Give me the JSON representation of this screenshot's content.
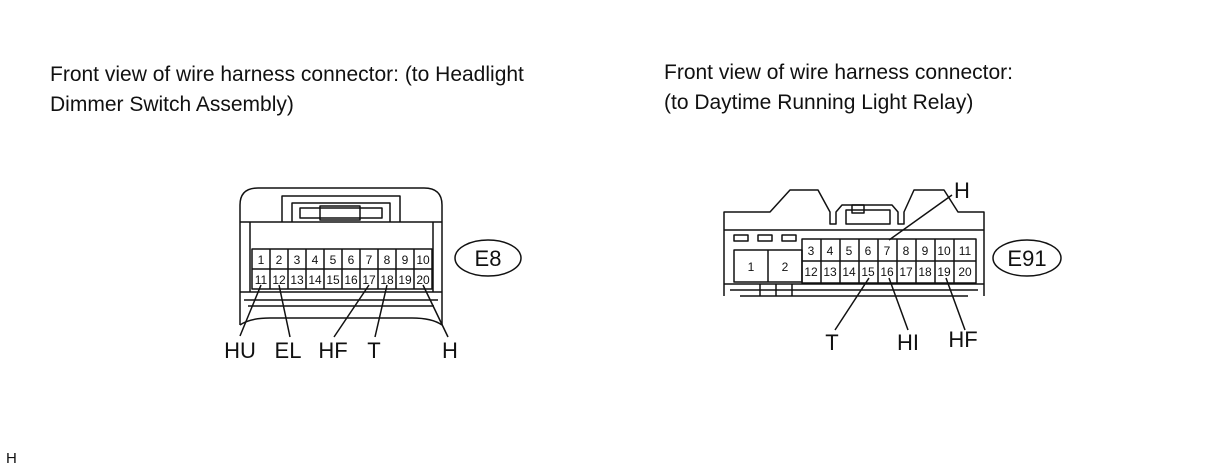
{
  "connectors": [
    {
      "caption_lines": [
        "Front view of wire harness connector: (to Headlight",
        "Dimmer Switch Assembly)"
      ],
      "code": "E8",
      "pins_top": [
        "1",
        "2",
        "3",
        "4",
        "5",
        "6",
        "7",
        "8",
        "9",
        "10"
      ],
      "pins_bottom": [
        "11",
        "12",
        "13",
        "14",
        "15",
        "16",
        "17",
        "18",
        "19",
        "20"
      ],
      "labels": [
        "HU",
        "EL",
        "HF",
        "T",
        "H"
      ]
    },
    {
      "caption_lines": [
        "Front view of wire harness connector:",
        "(to Daytime Running Light Relay)"
      ],
      "code": "E91",
      "pins_large": [
        "1",
        "2"
      ],
      "pins_top": [
        "3",
        "4",
        "5",
        "6",
        "7",
        "8",
        "9",
        "10",
        "11"
      ],
      "pins_bottom": [
        "12",
        "13",
        "14",
        "15",
        "16",
        "17",
        "18",
        "19",
        "20"
      ],
      "labels": [
        "H",
        "T",
        "HI",
        "HF"
      ]
    }
  ],
  "footer": "H"
}
